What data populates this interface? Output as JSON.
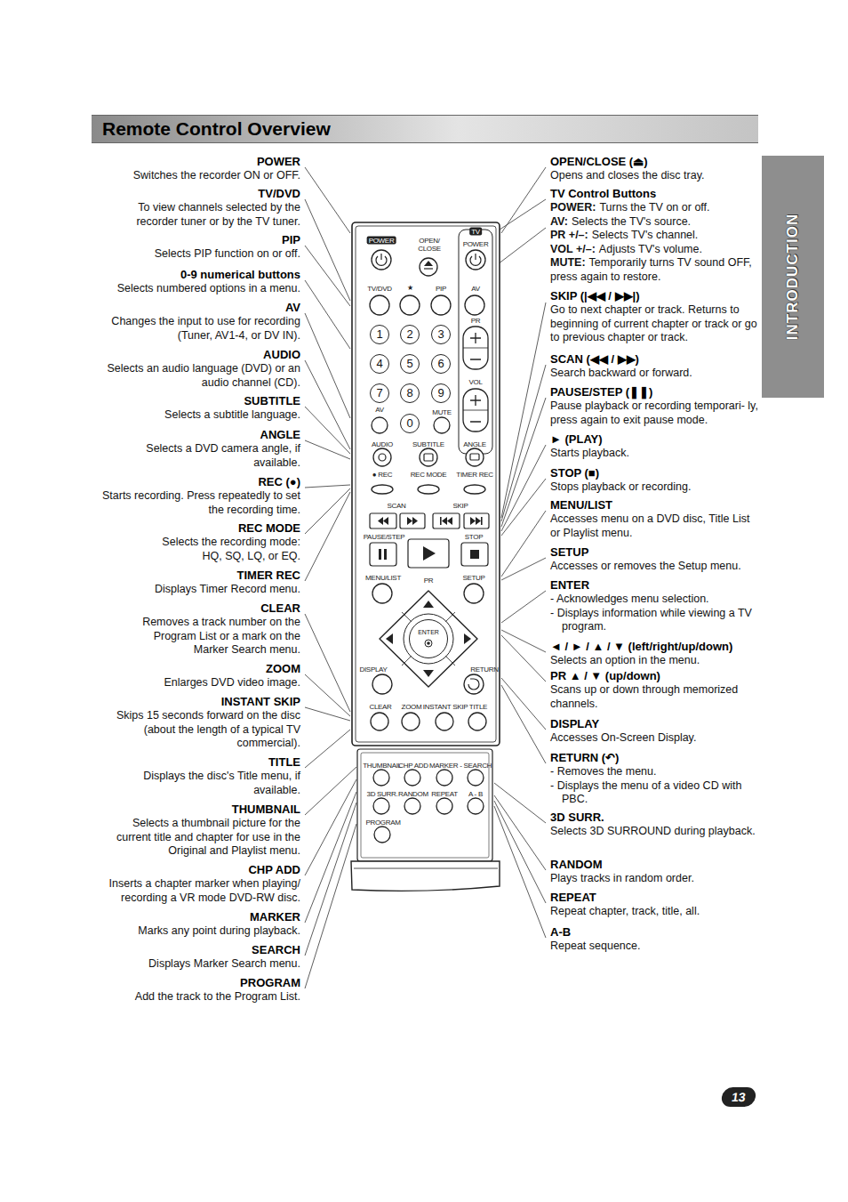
{
  "diagram": {
    "title": "Remote Control Overview",
    "nodes": [
      {
        "text": [
          "INTRODUCTION"
        ]
      },
      {
        "text": [
          "1"
        ]
      },
      {
        "text": [
          "2"
        ]
      },
      {
        "text": [
          "3"
        ]
      },
      {
        "text": [
          "4"
        ]
      },
      {
        "text": [
          "5"
        ]
      },
      {
        "text": [
          "6"
        ]
      },
      {
        "text": [
          "7"
        ]
      },
      {
        "text": [
          "8"
        ]
      },
      {
        "text": [
          "9"
        ]
      },
      {
        "text": [
          "0"
        ]
      },
      {
        "text": [
          "ENTER"
        ]
      },
      {
        "text": [
          "13"
        ]
      }
    ],
    "labels": [
      "POWER",
      "Switches the recorder ON or OFF.",
      "TV/DVD",
      "To view channels selected by the recorder tuner or by the TV tuner.",
      "PIP",
      "Selects PIP function on or off.",
      "0-9 numerical buttons",
      "Selects numbered options in a menu.",
      "AV",
      "Changes the input to use for recording (Tuner, AV1-4, or DV IN).",
      "AUDIO",
      "Selects an audio language (DVD) or an audio channel (CD).",
      "SUBTITLE",
      "Selects a subtitle language.",
      "ANGLE",
      "Selects a DVD camera angle, if available.",
      "REC (●)",
      "Starts recording. Press repeatedly to set the recording time.",
      "REC MODE",
      "Selects the recording mode: HQ, SQ, LQ, or EQ.",
      "TIMER REC",
      "Displays Timer Record menu.",
      "CLEAR",
      "Removes a track number on the Program List or a mark on the Marker Search menu.",
      "ZOOM",
      "Enlarges DVD video image.",
      "INSTANT SKIP",
      "Skips 15 seconds forward on the disc (about the length of a typical TV commercial).",
      "TITLE",
      "Displays the disc's Title menu, if available.",
      "THUMBNAIL",
      "Selects a thumbnail picture for the current title and chapter for use in the Original and Playlist menu.",
      "CHP ADD",
      "Inserts a chapter marker when playing/ recording a VR mode DVD-RW disc.",
      "MARKER",
      "Marks any point during playback.",
      "SEARCH",
      "Displays Marker Search menu.",
      "PROGRAM",
      "Add the track to the Program List.",
      "OPEN/CLOSE (⏏)",
      "Opens and closes the disc tray.",
      "TV Control Buttons",
      "POWER:",
      "Turns the TV on or off.",
      "AV:",
      "Selects the TV's source.",
      "PR +/–:",
      "Selects TV's channel.",
      "VOL +/–:",
      "Adjusts TV's volume.",
      "MUTE:",
      "Temporarily turns TV sound OFF, press again to restore.",
      "SKIP (|◀◀ / ▶▶|)",
      "Go to next chapter or track. Returns to beginning of current chapter or track or go to previous chapter or track.",
      "SCAN (◀◀ / ▶▶)",
      "Search backward or forward.",
      "PAUSE/STEP (❚❚)",
      "Pause playback or recording temporari- ly, press again to exit pause mode.",
      "► (PLAY)",
      "Starts playback.",
      "STOP (■)",
      "Stops playback or recording.",
      "MENU/LIST",
      "Accesses menu on a DVD disc, Title List or Playlist menu.",
      "SETUP",
      "Accesses or removes the Setup menu.",
      "ENTER",
      "- Acknowledges menu selection.",
      "- Displays information while viewing a TV program.",
      "◄ / ► / ▲ / ▼ (left/right/up/down)",
      "Selects an option in the menu.",
      "PR ▲ / ▼ (up/down)",
      "Scans up or down through memorized channels.",
      "DISPLAY",
      "Accesses On-Screen Display.",
      "RETURN (↶)",
      "- Removes the menu.",
      "- Displays the menu of a video CD with PBC.",
      "3D SURR.",
      "Selects 3D SURROUND during playback.",
      "RANDOM",
      "Plays tracks in random order.",
      "REPEAT",
      "Repeat chapter, track, title, all.",
      "A-B",
      "Repeat sequence.",
      "POWER",
      "OPEN/ CLOSE",
      "TV",
      "POWER",
      "TV/DVD",
      "★",
      "PIP",
      "AV",
      "PR",
      "VOL",
      "AV",
      "MUTE",
      "AUDIO",
      "SUBTITLE",
      "ANGLE",
      "● REC",
      "REC MODE",
      "TIMER REC",
      "SCAN",
      "SKIP",
      "PAUSE/STEP",
      "STOP",
      "MENU/LIST",
      "PR",
      "SETUP",
      "DISPLAY",
      "RETURN",
      "CLEAR",
      "ZOOM",
      "INSTANT SKIP",
      "TITLE",
      "THUMBNAIL",
      "CHP ADD",
      "MARKER - SEARCH",
      "3D SURR.",
      "RANDOM",
      "REPEAT",
      "A - B",
      "PROGRAM"
    ]
  }
}
